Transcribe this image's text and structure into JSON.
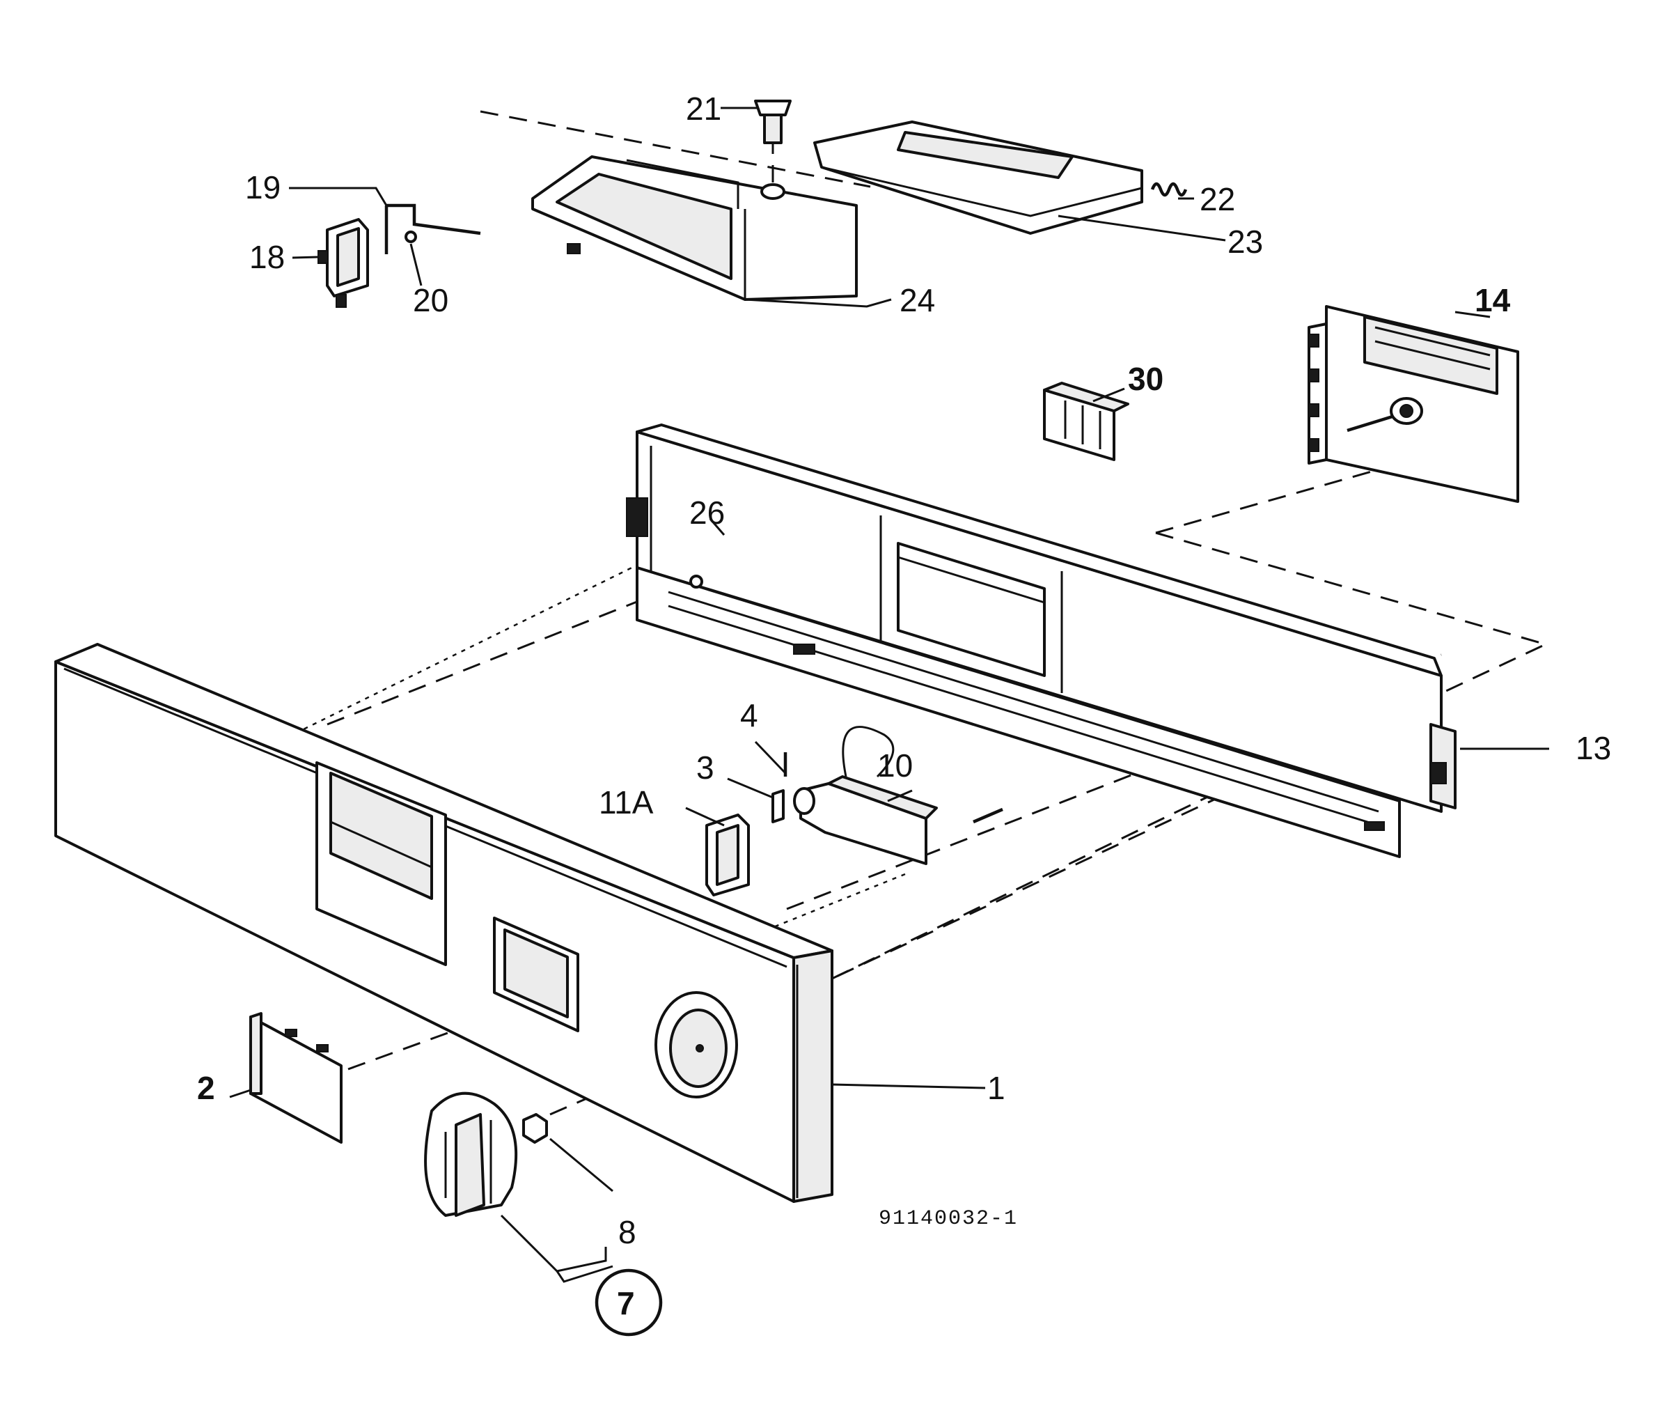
{
  "labels": {
    "p1": "1",
    "p2": "2",
    "p3": "3",
    "p4": "4",
    "p7": "7",
    "p8": "8",
    "p10": "10",
    "p11a": "11A",
    "p13": "13",
    "p14": "14",
    "p18": "18",
    "p19": "19",
    "p20": "20",
    "p21": "21",
    "p22": "22",
    "p23": "23",
    "p24": "24",
    "p26": "26",
    "p30": "30"
  },
  "drawing_code": "91140032-1"
}
